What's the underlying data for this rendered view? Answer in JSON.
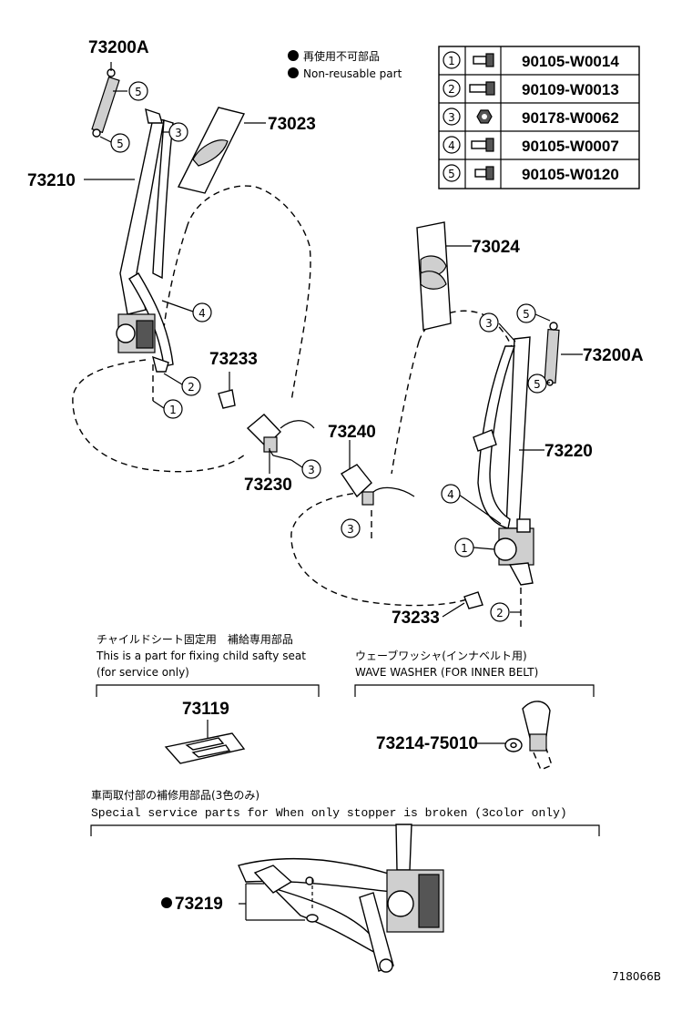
{
  "legend": {
    "jp": "再使用不可部品",
    "en": "Non-reusable part"
  },
  "bolt_table": [
    {
      "num": "1",
      "part": "90105-W0014"
    },
    {
      "num": "2",
      "part": "90109-W0013"
    },
    {
      "num": "3",
      "part": "90178-W0062"
    },
    {
      "num": "4",
      "part": "90105-W0007"
    },
    {
      "num": "5",
      "part": "90105-W0120"
    }
  ],
  "parts": {
    "p73200A_left": "73200A",
    "p73200A_right": "73200A",
    "p73023": "73023",
    "p73210": "73210",
    "p73024": "73024",
    "p73233_left": "73233",
    "p73233_right": "73233",
    "p73240": "73240",
    "p73220": "73220",
    "p73230": "73230",
    "p73119": "73119",
    "p73214": "73214-75010",
    "p73219": "73219"
  },
  "callouts": {
    "c5a": "5",
    "c5b": "5",
    "c3a": "3",
    "c4a": "4",
    "c2a": "2",
    "c1a": "1",
    "c3b": "3",
    "c3c": "3",
    "c5c": "5",
    "c5d": "5",
    "c4b": "4",
    "c1b": "1",
    "c2b": "2",
    "c3d": "3"
  },
  "child_seat": {
    "jp": "チャイルドシート固定用　補給専用部品",
    "en1": "This is a part for fixing child safty seat",
    "en2": "(for service only)"
  },
  "wave_washer": {
    "jp": "ウェーブワッシャ(インナベルト用)",
    "en": "WAVE WASHER (FOR INNER BELT)"
  },
  "stopper": {
    "jp": "車両取付部の補修用部品(3色のみ)",
    "en": "Special  service  parts  for  When  only  stopper  is  broken  (3color  only)"
  },
  "figure_code": "718066B"
}
